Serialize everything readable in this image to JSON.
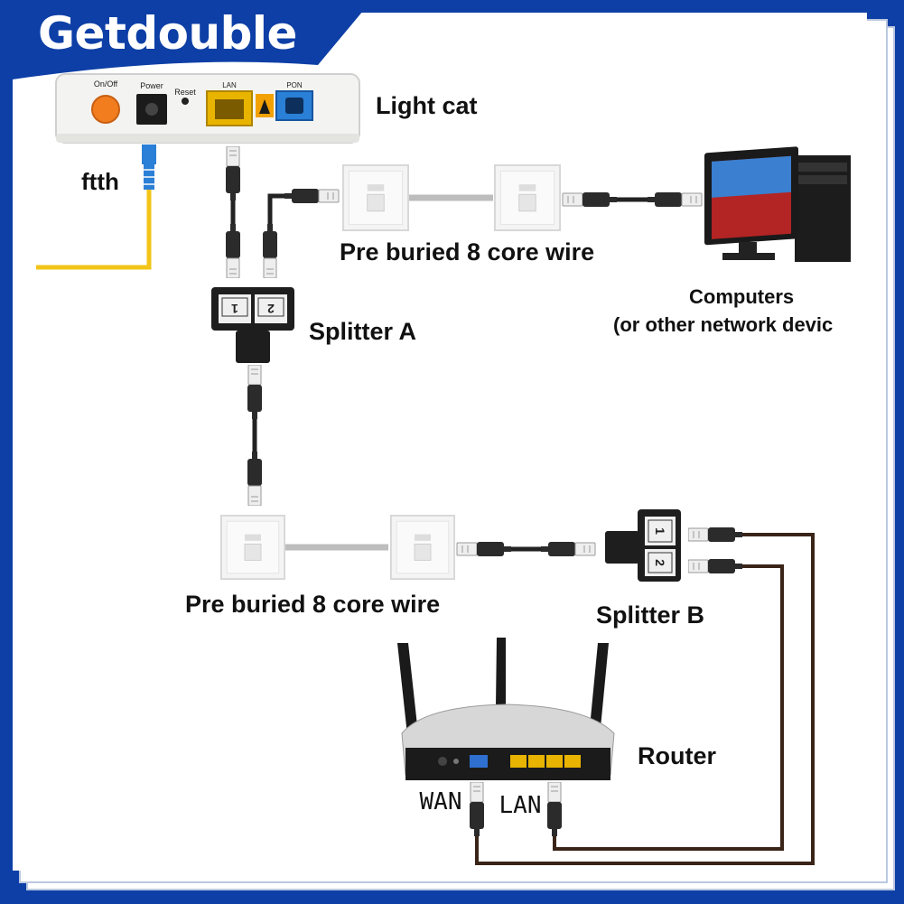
{
  "brand": {
    "name": "Getdouble",
    "color": "#0d3fa6"
  },
  "modem": {
    "label": "Light cat",
    "port_labels": {
      "onoff": "On/Off",
      "power": "Power",
      "reset": "Reset",
      "lan": "LAN",
      "pon": "PON"
    }
  },
  "fiber": {
    "label": "ftth"
  },
  "wire_top": {
    "label": "Pre buried 8 core wire"
  },
  "wire_bottom": {
    "label": "Pre buried 8 core wire"
  },
  "computer": {
    "label_line1": "Computers",
    "label_line2": "(or other network devic"
  },
  "splitter_a": {
    "label": "Splitter A",
    "port1": "1",
    "port2": "2"
  },
  "splitter_b": {
    "label": "Splitter B",
    "port1": "1",
    "port2": "2"
  },
  "router": {
    "label": "Router",
    "wan_label": "WAN",
    "lan_label": "LAN"
  },
  "colors": {
    "frame_blue": "#0d3fa6",
    "fiber_yellow": "#f2c418",
    "fiber_blue": "#2a7fd6",
    "cable_dark": "#2a1a14",
    "lan_port": "#e8b400",
    "wan_port": "#2f6fd0",
    "power_orange": "#f27d1e"
  }
}
